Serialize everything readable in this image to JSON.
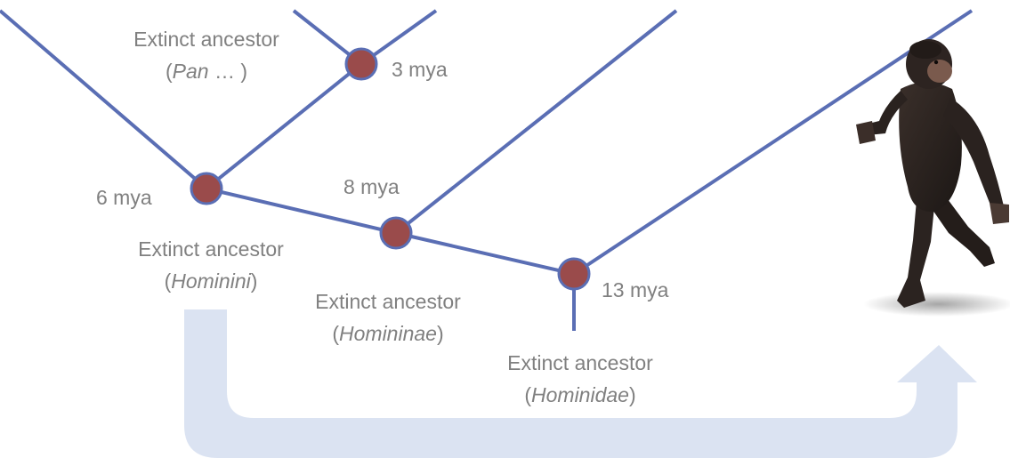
{
  "colors": {
    "branch": "#5a6eb4",
    "node_fill": "#9a4b4b",
    "arrow": "#dbe3f2",
    "label_text": "#808080"
  },
  "nodes": [
    {
      "id": "pan",
      "age_label": "3 mya",
      "ancestor_label": "Extinct ancestor",
      "taxon": "Pan",
      "taxon_suffix": " … )"
    },
    {
      "id": "hominini",
      "age_label": "6 mya",
      "ancestor_label": "Extinct ancestor",
      "taxon": "Hominini",
      "taxon_suffix": ")"
    },
    {
      "id": "homininae",
      "age_label": "8 mya",
      "ancestor_label": "Extinct ancestor",
      "taxon": "Homininae",
      "taxon_suffix": ")"
    },
    {
      "id": "hominidae",
      "age_label": "13 mya",
      "ancestor_label": "Extinct ancestor",
      "taxon": "Hominidae",
      "taxon_suffix": ")"
    }
  ],
  "taxon_prefix": "(",
  "illustration": {
    "icon": "walking-ape-figure"
  },
  "arrow": {
    "icon": "u-turn-arrow-up"
  }
}
